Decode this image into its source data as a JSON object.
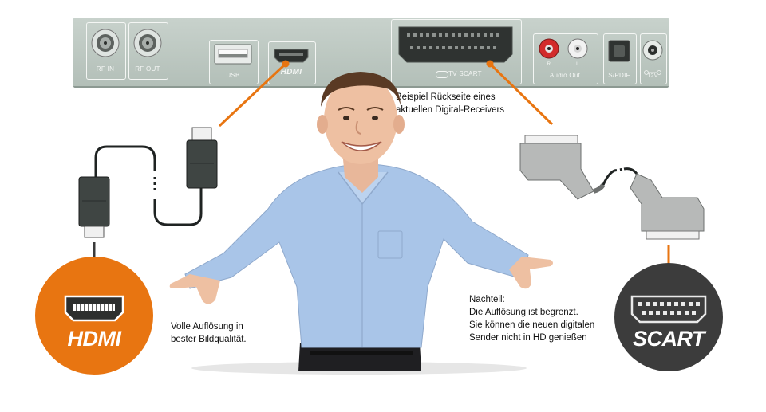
{
  "panel": {
    "rf_in_label": "RF IN",
    "rf_out_label": "RF OUT",
    "usb_label": "USB",
    "hdmi_port_label": "HDMI",
    "scart_label": "TV SCART",
    "audio_out_label": "Audio Out",
    "audio_right": "R",
    "audio_left": "L",
    "spdif_label": "S/PDIF",
    "power_label": "12V"
  },
  "receiver_caption": {
    "line1": "Beispiel Rückseite eines",
    "line2": "aktuellen Digital-Receivers"
  },
  "hdmi": {
    "badge_label": "HDMI",
    "caption_line1": "Volle Auflösung in",
    "caption_line2": "bester Bildqualität."
  },
  "scart": {
    "badge_label": "SCART",
    "caption_line1": "Nachteil:",
    "caption_line2": "Die Auflösung ist begrenzt.",
    "caption_line3": "Sie können die neuen digitalen",
    "caption_line4": "Sender nicht in HD genießen"
  },
  "colors": {
    "accent_orange": "#e87511",
    "scart_badge": "#3c3c3c",
    "panel": "#bcc7c1",
    "connector_dark": "#3f4543",
    "scart_plug": "#b7b9b8"
  }
}
